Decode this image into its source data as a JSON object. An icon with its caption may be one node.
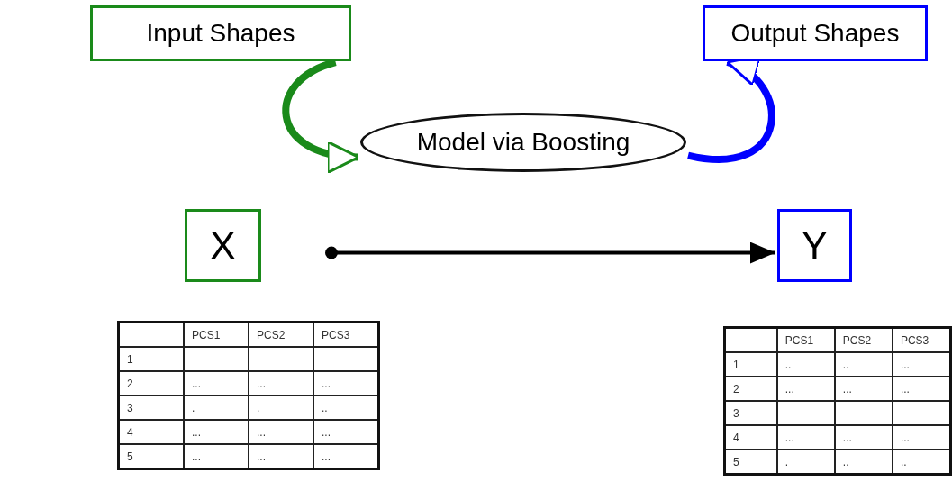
{
  "diagram": {
    "nodes": [
      {
        "text": [
          "Input Shapes"
        ]
      },
      {
        "text": [
          "Output Shapes"
        ]
      },
      {
        "text": [
          "Model via Boosting"
        ]
      },
      {
        "text": [
          "X"
        ]
      },
      {
        "text": [
          "Y"
        ]
      }
    ],
    "edges": [
      {
        "from": 0,
        "to": 2,
        "arrow": "to",
        "color": "#1a8a1a"
      },
      {
        "from": 2,
        "to": 1,
        "arrow": "to",
        "color": "#0000ff"
      },
      {
        "from": 3,
        "to": 4,
        "arrow": "to",
        "color": "#000000"
      }
    ],
    "labels": [
      "PCS1",
      "PCS2",
      "PCS3",
      "1",
      "2",
      "...",
      "...",
      "...",
      "3",
      ".",
      ".",
      "..",
      "4",
      "...",
      "...",
      "...",
      "5",
      "...",
      "...",
      "...",
      "PCS1",
      "PCS2",
      "PCS3",
      "1",
      "..",
      "..",
      "...",
      "2",
      "...",
      "...",
      "...",
      "3",
      "4",
      "...",
      "...",
      "...",
      "5",
      ".",
      "..",
      ".."
    ]
  }
}
